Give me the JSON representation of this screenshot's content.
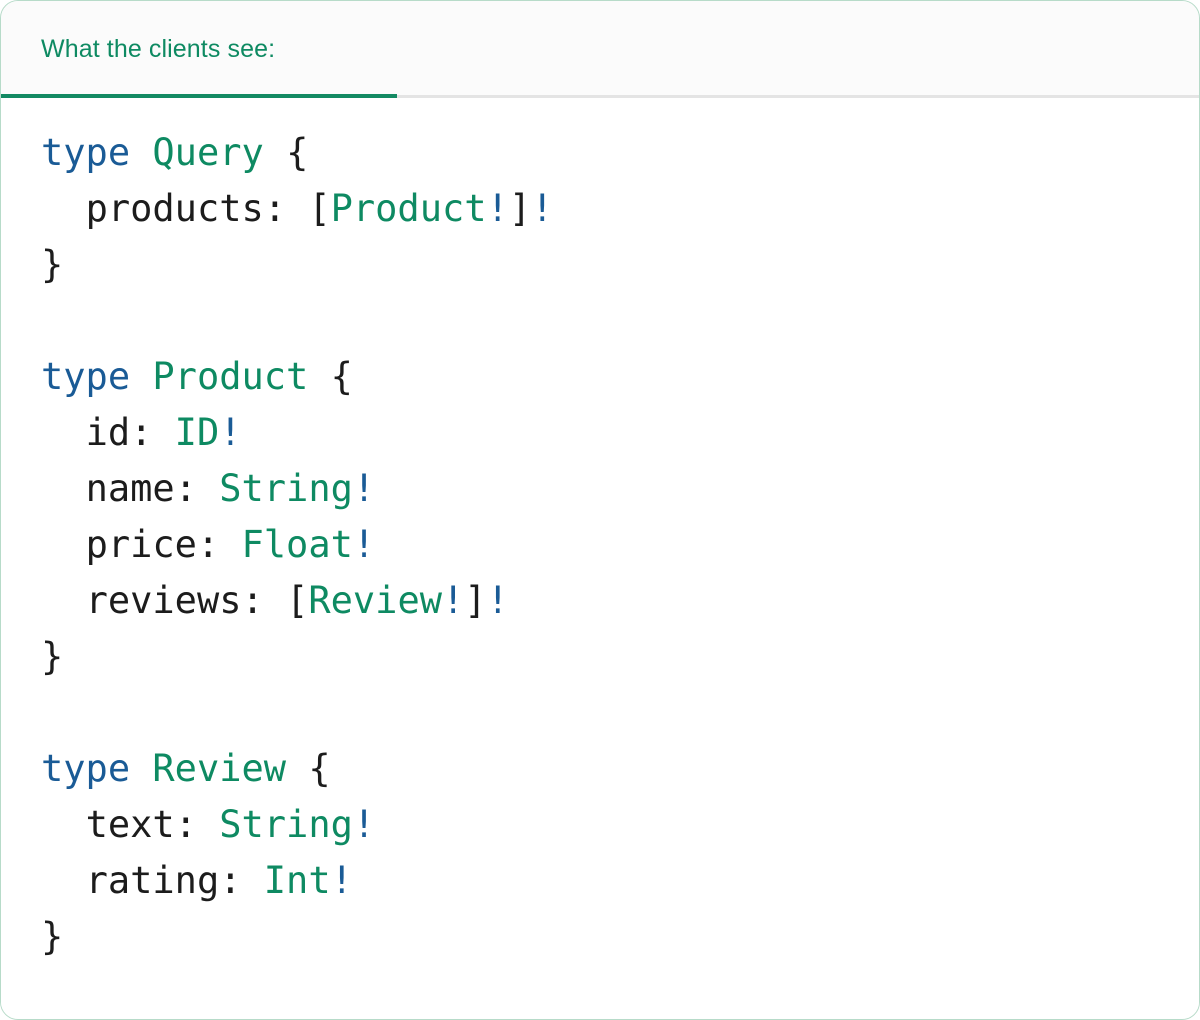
{
  "card": {
    "border_color": "#b7dbc9",
    "background": "#ffffff"
  },
  "header": {
    "background": "#fbfbfb",
    "rule_color": "#e4e4e4",
    "active_underline_color": "#138a63",
    "tabs": [
      {
        "id": "clients-view",
        "label": "What the clients see:",
        "active": true,
        "color": "#0e8a62"
      }
    ]
  },
  "theme": {
    "keyword": "#1a5b96",
    "type_name": "#0e8a62",
    "punctuation": "#1c1c1c",
    "field_name": "#1c1c1c",
    "non_null_bang": "#1a5b96"
  },
  "code": {
    "language": "graphql",
    "lines": [
      {
        "indent": 0,
        "tokens": [
          {
            "t": "kw",
            "v": "type"
          },
          {
            "t": "plain",
            "v": " "
          },
          {
            "t": "type",
            "v": "Query"
          },
          {
            "t": "plain",
            "v": " "
          },
          {
            "t": "punct",
            "v": "{"
          }
        ]
      },
      {
        "indent": 1,
        "tokens": [
          {
            "t": "plain",
            "v": "products:"
          },
          {
            "t": "plain",
            "v": " "
          },
          {
            "t": "punct",
            "v": "["
          },
          {
            "t": "type",
            "v": "Product"
          },
          {
            "t": "bang",
            "v": "!"
          },
          {
            "t": "punct",
            "v": "]"
          },
          {
            "t": "bang",
            "v": "!"
          }
        ]
      },
      {
        "indent": 0,
        "tokens": [
          {
            "t": "punct",
            "v": "}"
          }
        ]
      },
      {
        "indent": 0,
        "tokens": []
      },
      {
        "indent": 0,
        "tokens": [
          {
            "t": "kw",
            "v": "type"
          },
          {
            "t": "plain",
            "v": " "
          },
          {
            "t": "type",
            "v": "Product"
          },
          {
            "t": "plain",
            "v": " "
          },
          {
            "t": "punct",
            "v": "{"
          }
        ]
      },
      {
        "indent": 1,
        "tokens": [
          {
            "t": "plain",
            "v": "id:"
          },
          {
            "t": "plain",
            "v": " "
          },
          {
            "t": "type",
            "v": "ID"
          },
          {
            "t": "bang",
            "v": "!"
          }
        ]
      },
      {
        "indent": 1,
        "tokens": [
          {
            "t": "plain",
            "v": "name:"
          },
          {
            "t": "plain",
            "v": " "
          },
          {
            "t": "type",
            "v": "String"
          },
          {
            "t": "bang",
            "v": "!"
          }
        ]
      },
      {
        "indent": 1,
        "tokens": [
          {
            "t": "plain",
            "v": "price:"
          },
          {
            "t": "plain",
            "v": " "
          },
          {
            "t": "type",
            "v": "Float"
          },
          {
            "t": "bang",
            "v": "!"
          }
        ]
      },
      {
        "indent": 1,
        "tokens": [
          {
            "t": "plain",
            "v": "reviews:"
          },
          {
            "t": "plain",
            "v": " "
          },
          {
            "t": "punct",
            "v": "["
          },
          {
            "t": "type",
            "v": "Review"
          },
          {
            "t": "bang",
            "v": "!"
          },
          {
            "t": "punct",
            "v": "]"
          },
          {
            "t": "bang",
            "v": "!"
          }
        ]
      },
      {
        "indent": 0,
        "tokens": [
          {
            "t": "punct",
            "v": "}"
          }
        ]
      },
      {
        "indent": 0,
        "tokens": []
      },
      {
        "indent": 0,
        "tokens": [
          {
            "t": "kw",
            "v": "type"
          },
          {
            "t": "plain",
            "v": " "
          },
          {
            "t": "type",
            "v": "Review"
          },
          {
            "t": "plain",
            "v": " "
          },
          {
            "t": "punct",
            "v": "{"
          }
        ]
      },
      {
        "indent": 1,
        "tokens": [
          {
            "t": "plain",
            "v": "text:"
          },
          {
            "t": "plain",
            "v": " "
          },
          {
            "t": "type",
            "v": "String"
          },
          {
            "t": "bang",
            "v": "!"
          }
        ]
      },
      {
        "indent": 1,
        "tokens": [
          {
            "t": "plain",
            "v": "rating:"
          },
          {
            "t": "plain",
            "v": " "
          },
          {
            "t": "type",
            "v": "Int"
          },
          {
            "t": "bang",
            "v": "!"
          }
        ]
      },
      {
        "indent": 0,
        "tokens": [
          {
            "t": "punct",
            "v": "}"
          }
        ]
      }
    ]
  }
}
